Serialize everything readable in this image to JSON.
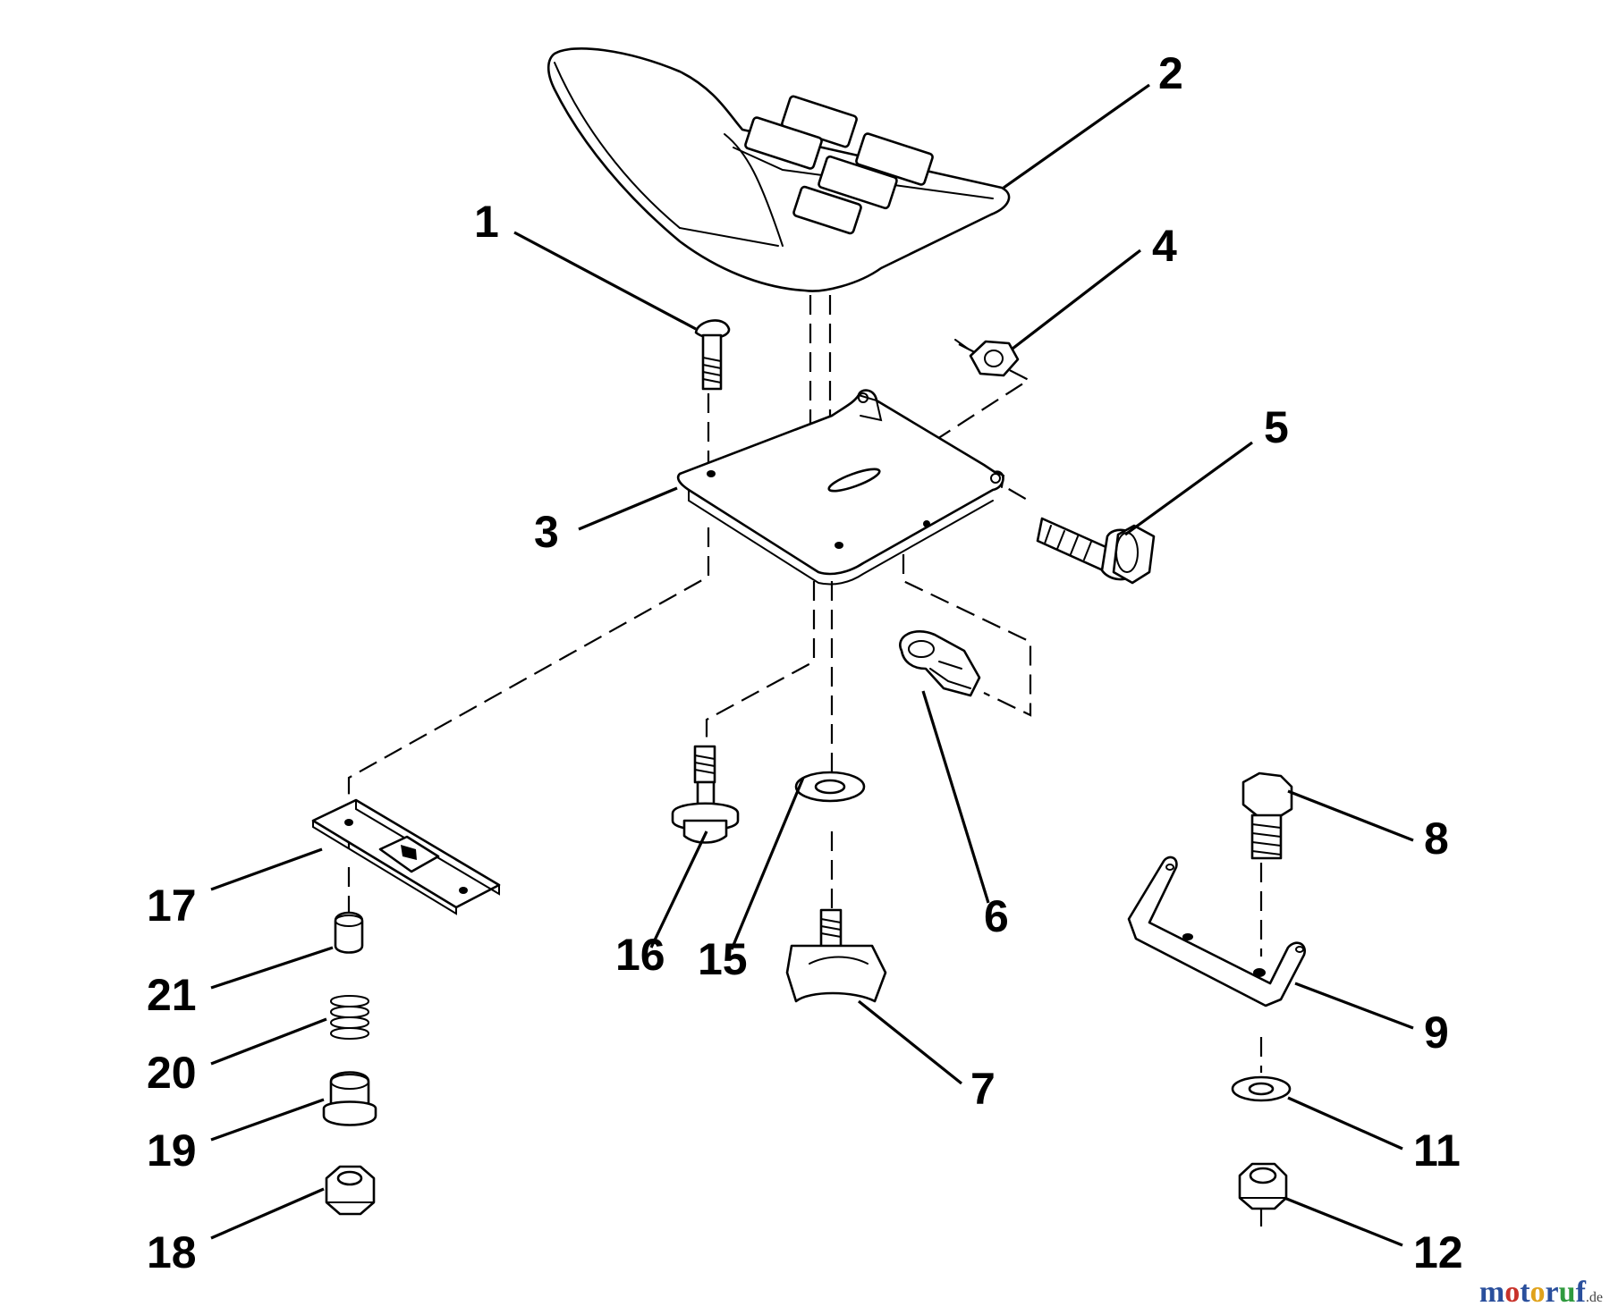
{
  "callouts": {
    "c1": "1",
    "c2": "2",
    "c3": "3",
    "c4": "4",
    "c5": "5",
    "c6": "6",
    "c7": "7",
    "c8": "8",
    "c9": "9",
    "c11": "11",
    "c12": "12",
    "c15": "15",
    "c16": "16",
    "c17": "17",
    "c18": "18",
    "c19": "19",
    "c20": "20",
    "c21": "21"
  },
  "watermark": {
    "letters": [
      "m",
      "o",
      "t",
      "o",
      "r",
      "u",
      "f"
    ],
    "colors": [
      "#2a4f9c",
      "#c8322a",
      "#2a4f9c",
      "#e0a21a",
      "#2a4f9c",
      "#2f9a3e",
      "#2a4f9c"
    ],
    "suffix": ".de"
  }
}
